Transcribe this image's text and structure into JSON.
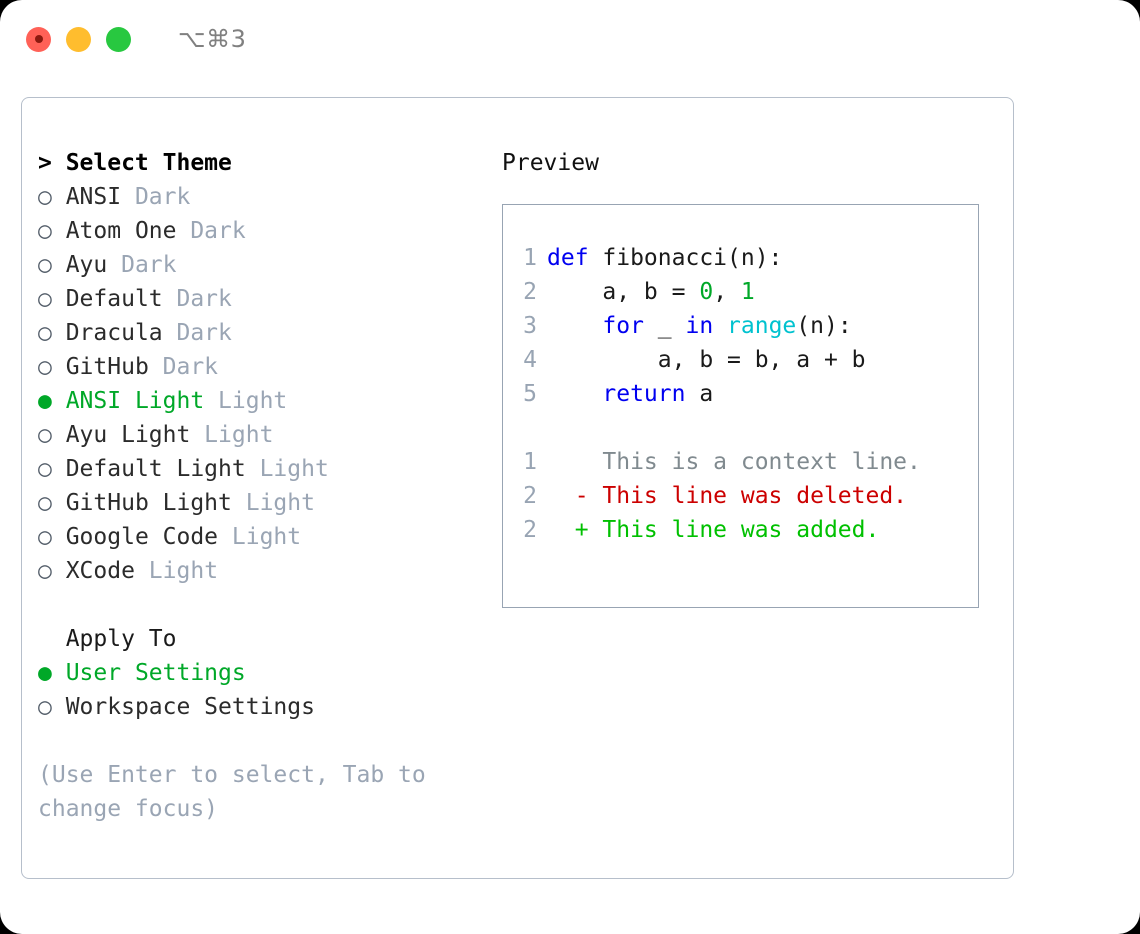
{
  "titlebar": {
    "shortcut": "⌥⌘3",
    "buttons": [
      "close",
      "minimize",
      "maximize"
    ]
  },
  "left": {
    "header": "> Select Theme",
    "themes": [
      {
        "bullet": "○",
        "name": "ANSI",
        "mode": "Dark",
        "selected": false
      },
      {
        "bullet": "○",
        "name": "Atom One",
        "mode": "Dark",
        "selected": false
      },
      {
        "bullet": "○",
        "name": "Ayu",
        "mode": "Dark",
        "selected": false
      },
      {
        "bullet": "○",
        "name": "Default",
        "mode": "Dark",
        "selected": false
      },
      {
        "bullet": "○",
        "name": "Dracula",
        "mode": "Dark",
        "selected": false
      },
      {
        "bullet": "○",
        "name": "GitHub",
        "mode": "Dark",
        "selected": false
      },
      {
        "bullet": "●",
        "name": "ANSI Light",
        "mode": "Light",
        "selected": true
      },
      {
        "bullet": "○",
        "name": "Ayu Light",
        "mode": "Light",
        "selected": false
      },
      {
        "bullet": "○",
        "name": "Default Light",
        "mode": "Light",
        "selected": false
      },
      {
        "bullet": "○",
        "name": "GitHub Light",
        "mode": "Light",
        "selected": false
      },
      {
        "bullet": "○",
        "name": "Google Code",
        "mode": "Light",
        "selected": false
      },
      {
        "bullet": "○",
        "name": "XCode",
        "mode": "Light",
        "selected": false
      }
    ],
    "apply_to_label": "  Apply To",
    "apply_options": [
      {
        "bullet": "●",
        "name": "User Settings",
        "selected": true
      },
      {
        "bullet": "○",
        "name": "Workspace Settings",
        "selected": false
      }
    ],
    "hint": "(Use Enter to select, Tab to change focus)"
  },
  "right": {
    "preview_title": "Preview",
    "code": [
      {
        "n": "1",
        "tokens": [
          {
            "t": "def",
            "c": "kw"
          },
          {
            "t": " fibonacci(n):",
            "c": "plain"
          }
        ]
      },
      {
        "n": "2",
        "tokens": [
          {
            "t": "    a, b = ",
            "c": "plain"
          },
          {
            "t": "0",
            "c": "num"
          },
          {
            "t": ", ",
            "c": "plain"
          },
          {
            "t": "1",
            "c": "num"
          }
        ]
      },
      {
        "n": "3",
        "tokens": [
          {
            "t": "    ",
            "c": "plain"
          },
          {
            "t": "for",
            "c": "kw"
          },
          {
            "t": " _ ",
            "c": "plain"
          },
          {
            "t": "in",
            "c": "kw"
          },
          {
            "t": " ",
            "c": "plain"
          },
          {
            "t": "range",
            "c": "fn"
          },
          {
            "t": "(n):",
            "c": "plain"
          }
        ]
      },
      {
        "n": "4",
        "tokens": [
          {
            "t": "        a, b = b, a + b",
            "c": "plain"
          }
        ]
      },
      {
        "n": "5",
        "tokens": [
          {
            "t": "    ",
            "c": "plain"
          },
          {
            "t": "return",
            "c": "kw"
          },
          {
            "t": " a",
            "c": "plain"
          }
        ]
      }
    ],
    "diff": [
      {
        "n": "1",
        "marker": "  ",
        "text": "This is a context line.",
        "kind": "ctx"
      },
      {
        "n": "2",
        "marker": "- ",
        "text": "This line was deleted.",
        "kind": "del"
      },
      {
        "n": "2",
        "marker": "+ ",
        "text": "This line was added.",
        "kind": "add"
      }
    ]
  },
  "colors": {
    "accent_green": "#00a828",
    "muted": "#9aa5b4",
    "keyword_blue": "#0000f0",
    "function_cyan": "#00c2cf",
    "diff_delete": "#cc0000",
    "diff_add": "#00c000",
    "border": "#b6bfcb"
  }
}
